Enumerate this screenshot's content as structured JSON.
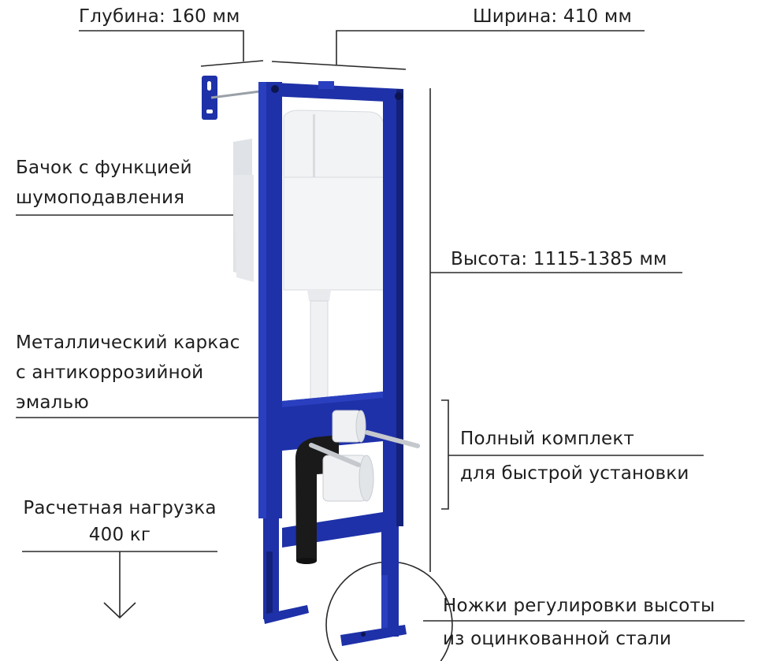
{
  "colors": {
    "frame_blue": "#1e31a8",
    "frame_blue_dark": "#14217a",
    "cistern_white": "#eef0f2",
    "pipe_black": "#1a1a1a",
    "line": "#2a2a2a",
    "text": "#1e1e1e"
  },
  "labels": {
    "depth": "Глубина: 160 мм",
    "width": "Ширина: 410 мм",
    "cistern": {
      "line1": "Бачок с функцией",
      "line2": "шумоподавления"
    },
    "height": "Высота: 1115-1385 мм",
    "frame": {
      "line1": "Металлический каркас",
      "line2": "с антикоррозийной",
      "line3": "эмалью"
    },
    "kit": {
      "line1": "Полный комплект",
      "line2": "для быстрой установки"
    },
    "load": {
      "line1": "Расчетная нагрузка",
      "line2": "400 кг"
    },
    "legs": {
      "line1": "Ножки регулировки высоты",
      "line2": "из оцинкованной стали"
    }
  },
  "icons": {
    "load_arrow": "down-arrow-icon"
  }
}
